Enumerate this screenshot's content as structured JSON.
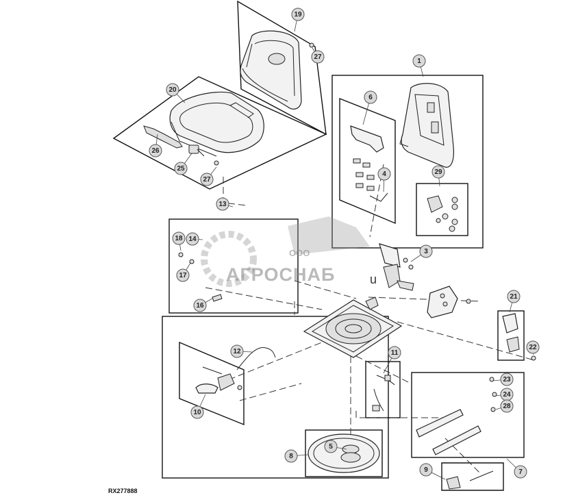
{
  "drawing_code": "RX277888",
  "watermark": {
    "prefix": "ООО",
    "name": "АГРОСНАБ",
    "suffix": "u"
  },
  "callouts": [
    {
      "label": "1"
    },
    {
      "label": "3"
    },
    {
      "label": "4"
    },
    {
      "label": "5"
    },
    {
      "label": "6"
    },
    {
      "label": "7"
    },
    {
      "label": "8"
    },
    {
      "label": "9"
    },
    {
      "label": "10"
    },
    {
      "label": "11"
    },
    {
      "label": "12"
    },
    {
      "label": "13"
    },
    {
      "label": "14"
    },
    {
      "label": "16"
    },
    {
      "label": "17"
    },
    {
      "label": "18"
    },
    {
      "label": "19"
    },
    {
      "label": "20"
    },
    {
      "label": "21"
    },
    {
      "label": "22"
    },
    {
      "label": "23"
    },
    {
      "label": "24"
    },
    {
      "label": "25"
    },
    {
      "label": "26"
    },
    {
      "label": "27"
    },
    {
      "label": "27"
    },
    {
      "label": "27"
    },
    {
      "label": "28"
    },
    {
      "label": "29"
    }
  ]
}
